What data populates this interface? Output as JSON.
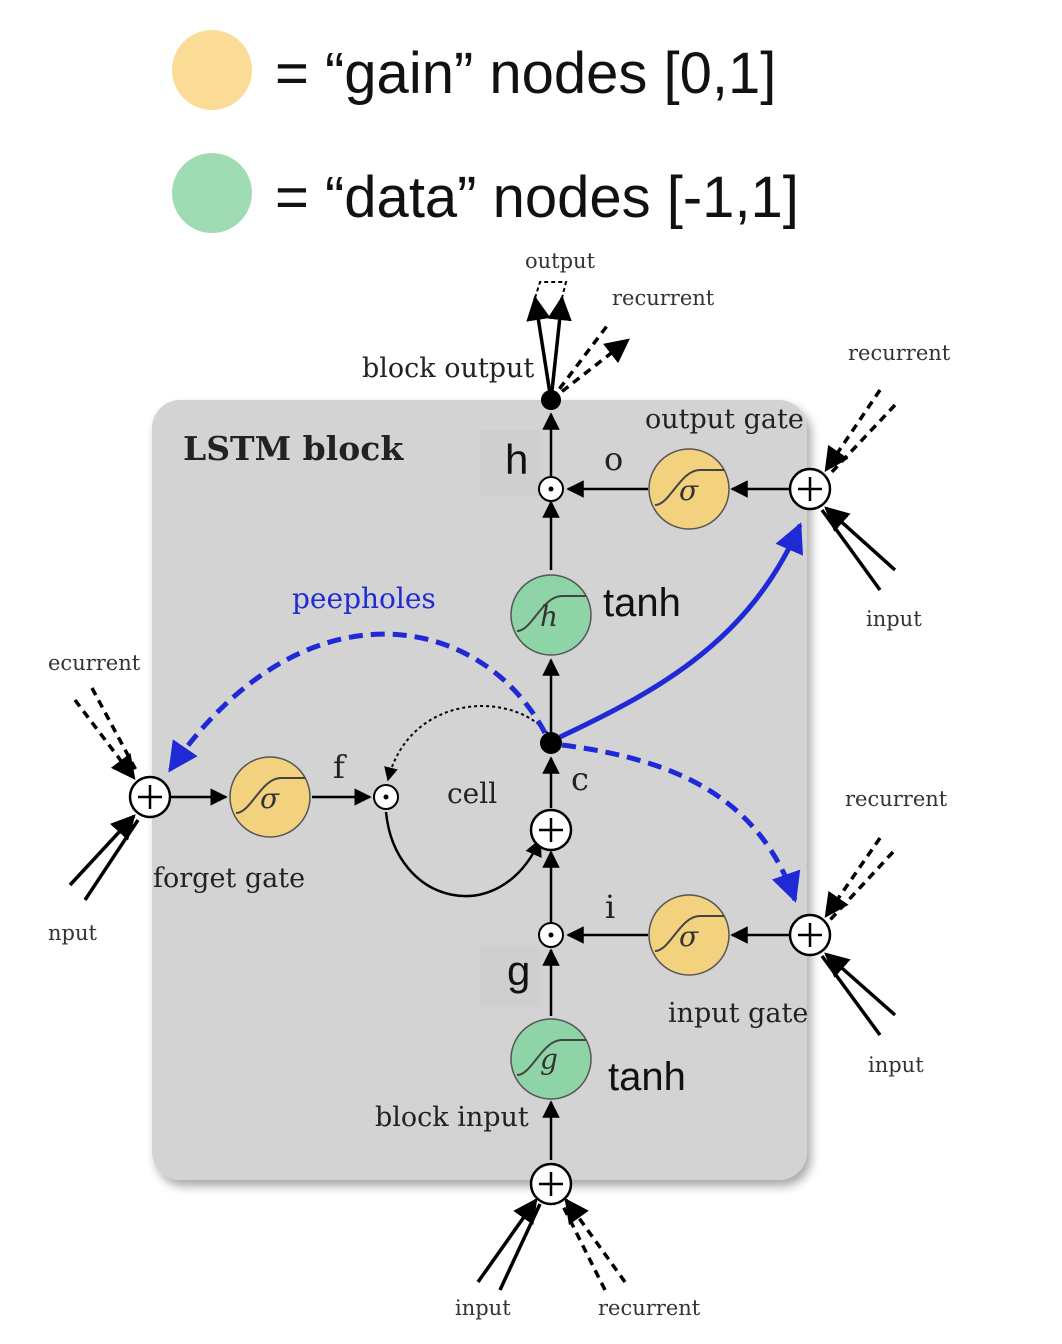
{
  "legend": [
    {
      "text": "= “gain” nodes [0,1]",
      "color": "#fadc96"
    },
    {
      "text": "= “data” nodes [-1,1]",
      "color": "#9fdcb4"
    }
  ],
  "block_title": "LSTM block",
  "labels": {
    "output": "output",
    "recurrent": "recurrent",
    "block_output": "block output",
    "output_gate": "output gate",
    "h": "h",
    "o": "o",
    "tanh": "tanh",
    "peepholes": "peepholes",
    "recurrent_left": "ecurrent",
    "input_left": "nput",
    "input": "input",
    "f": "f",
    "cell": "cell",
    "c": "c",
    "i": "i",
    "g": "g",
    "forget_gate": "forget gate",
    "input_gate": "input gate",
    "block_input": "block input"
  },
  "symbols": {
    "sigma": "σ",
    "h": "h",
    "g": "g",
    "plus": "+",
    "dot": "·"
  },
  "colors": {
    "gain": "#fadc96",
    "data": "#9fdcb4",
    "block_bg": "#d3d3d3",
    "peephole": "#1f2ad6"
  }
}
